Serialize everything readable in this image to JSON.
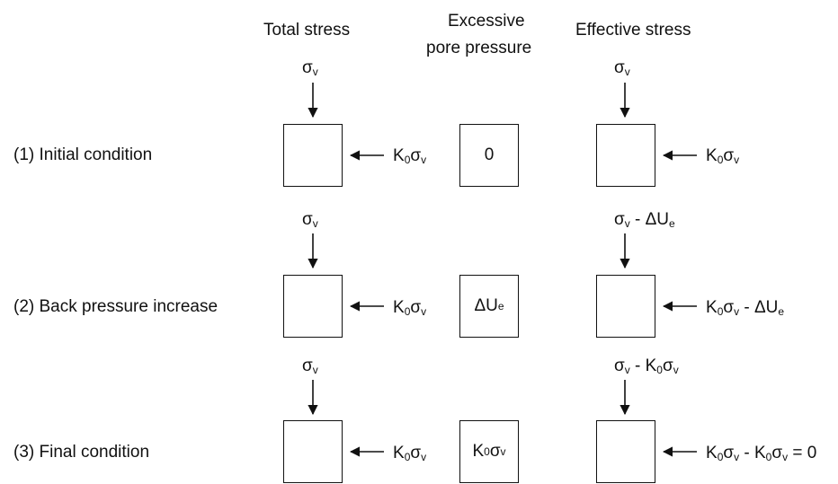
{
  "headers": {
    "total": "Total stress",
    "pore_line1": "Excessive",
    "pore_line2": "pore pressure",
    "effective": "Effective stress"
  },
  "rows": [
    {
      "label": "(1) Initial condition",
      "total_vertical": "σ_v",
      "total_horizontal": "K_0σ_v",
      "pore_value": "0",
      "eff_vertical": "σ_v",
      "eff_horizontal": "K_0σ_v"
    },
    {
      "label": "(2) Back pressure increase",
      "total_vertical": "σ_v",
      "total_horizontal": "K_0σ_v",
      "pore_value": "ΔU_e",
      "eff_vertical": "σ_v - ΔU_e",
      "eff_horizontal": "K_0σ_v - ΔU_e"
    },
    {
      "label": "(3) Final condition",
      "total_vertical": "σ_v",
      "total_horizontal": "K_0σ_v",
      "pore_value": "K_0σ_v",
      "eff_vertical": "σ_v - K_0σ_v",
      "eff_horizontal": "K_0σ_v - K_0σ_v = 0"
    }
  ]
}
